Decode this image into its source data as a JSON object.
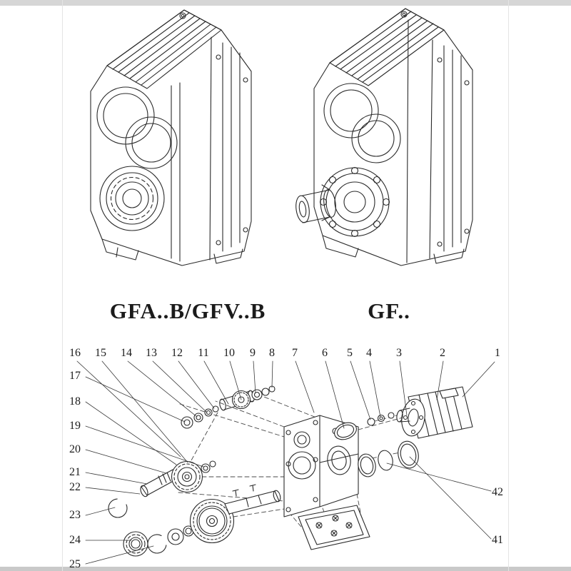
{
  "page": {
    "background": "#ffffff",
    "line_color": "#2a2a2a"
  },
  "models": {
    "left_label": "GFA..B/GFV..B",
    "right_label": "GF.."
  },
  "callouts": {
    "top": [
      "16",
      "15",
      "14",
      "13",
      "12",
      "11",
      "10",
      "9",
      "8",
      "7",
      "6",
      "5",
      "4",
      "3",
      "2",
      "1"
    ],
    "left": [
      "17",
      "18",
      "19",
      "20",
      "21",
      "22",
      "23",
      "24",
      "25"
    ],
    "right": [
      "42",
      "41"
    ]
  }
}
